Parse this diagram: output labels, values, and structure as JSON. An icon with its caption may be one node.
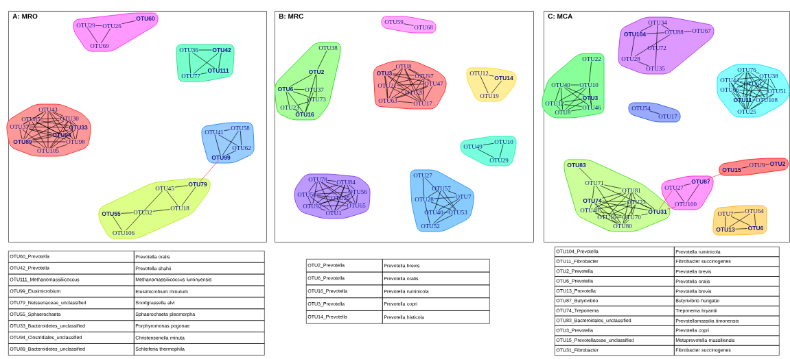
{
  "diagram": {
    "nodes": [
      {
        "text": [
          "A: MRO"
        ]
      },
      {
        "text": [],
        "shape": "blob",
        "in": 0
      },
      {
        "text": [
          "OTU29"
        ],
        "in": 1
      },
      {
        "text": [
          "OTU26"
        ],
        "in": 1
      },
      {
        "text": [
          "OTU60"
        ],
        "in": 1
      },
      {
        "text": [
          "OTU69"
        ],
        "in": 1
      },
      {
        "text": [],
        "shape": "blob",
        "in": 0
      },
      {
        "text": [
          "OTU36"
        ],
        "in": 6
      },
      {
        "text": [
          "OTU42"
        ],
        "in": 6
      },
      {
        "text": [
          "OTU111"
        ],
        "in": 6
      },
      {
        "text": [
          "OTU77"
        ],
        "in": 6
      },
      {
        "text": [],
        "shape": "blob",
        "in": 0
      },
      {
        "text": [
          "OTU43"
        ],
        "in": 11
      },
      {
        "text": [
          "OTU85"
        ],
        "in": 11
      },
      {
        "text": [
          "OTU30"
        ],
        "in": 11
      },
      {
        "text": [
          "OTU37"
        ],
        "in": 11
      },
      {
        "text": [
          "OTU33"
        ],
        "in": 11
      },
      {
        "text": [
          "OTU94"
        ],
        "in": 11
      },
      {
        "text": [
          "OTU89"
        ],
        "in": 11
      },
      {
        "text": [
          "OTU98"
        ],
        "in": 11
      },
      {
        "text": [
          "OTU105"
        ],
        "in": 11
      },
      {
        "text": [],
        "shape": "blob",
        "in": 0
      },
      {
        "text": [
          "OTU41"
        ],
        "in": 21
      },
      {
        "text": [
          "OTU58"
        ],
        "in": 21
      },
      {
        "text": [
          "OTU62"
        ],
        "in": 21
      },
      {
        "text": [
          "OTU99"
        ],
        "in": 21
      },
      {
        "text": [],
        "shape": "blob",
        "in": 0
      },
      {
        "text": [
          "OTU79"
        ],
        "in": 26
      },
      {
        "text": [
          "OTU45"
        ],
        "in": 26
      },
      {
        "text": [
          "OTU18"
        ],
        "in": 26
      },
      {
        "text": [
          "OTU32"
        ],
        "in": 26
      },
      {
        "text": [
          "OTU55"
        ],
        "in": 26
      },
      {
        "text": [
          "OTU106"
        ],
        "in": 26
      },
      {
        "text": [
          "B: MRC"
        ]
      },
      {
        "text": [],
        "shape": "blob",
        "in": 33
      },
      {
        "text": [
          "OTU59"
        ],
        "in": 34
      },
      {
        "text": [
          "OTU68"
        ],
        "in": 34
      },
      {
        "text": [],
        "shape": "blob",
        "in": 33
      },
      {
        "text": [
          "OTU38"
        ],
        "in": 37
      },
      {
        "text": [
          "OTU2"
        ],
        "in": 37
      },
      {
        "text": [
          "OTU6"
        ],
        "in": 37
      },
      {
        "text": [
          "OTU37"
        ],
        "in": 37
      },
      {
        "text": [
          "OTU73"
        ],
        "in": 37
      },
      {
        "text": [
          "OTU23"
        ],
        "in": 37
      },
      {
        "text": [
          "OTU16"
        ],
        "in": 37
      },
      {
        "text": [],
        "shape": "blob",
        "in": 33
      },
      {
        "text": [
          "OTU8"
        ],
        "in": 45
      },
      {
        "text": [
          "OTU3"
        ],
        "in": 45
      },
      {
        "text": [
          "OTU97"
        ],
        "in": 45
      },
      {
        "text": [
          "OTU21"
        ],
        "in": 45
      },
      {
        "text": [
          "OTU47"
        ],
        "in": 45
      },
      {
        "text": [
          "OTU20"
        ],
        "in": 45
      },
      {
        "text": [
          "OTU63"
        ],
        "in": 45
      },
      {
        "text": [
          "OTU17"
        ],
        "in": 45
      },
      {
        "text": [],
        "shape": "blob",
        "in": 33
      },
      {
        "text": [
          "OTU12"
        ],
        "in": 54
      },
      {
        "text": [
          "OTU14"
        ],
        "in": 54
      },
      {
        "text": [
          "OTU19"
        ],
        "in": 54
      },
      {
        "text": [],
        "shape": "blob",
        "in": 33
      },
      {
        "text": [
          "OTU49"
        ],
        "in": 58
      },
      {
        "text": [
          "OTU10"
        ],
        "in": 58
      },
      {
        "text": [
          "OTU29"
        ],
        "in": 58
      },
      {
        "text": [],
        "shape": "blob",
        "in": 33
      },
      {
        "text": [
          "OTU78"
        ],
        "in": 62
      },
      {
        "text": [
          "OTU84"
        ],
        "in": 62
      },
      {
        "text": [
          "OTU50"
        ],
        "in": 62
      },
      {
        "text": [
          "OTU56"
        ],
        "in": 62
      },
      {
        "text": [
          "OTU25"
        ],
        "in": 62
      },
      {
        "text": [
          "OTU92"
        ],
        "in": 62
      },
      {
        "text": [
          "OTU65"
        ],
        "in": 62
      },
      {
        "text": [
          "OTU1"
        ],
        "in": 62
      },
      {
        "text": [],
        "shape": "blob",
        "in": 33
      },
      {
        "text": [
          "OTU27"
        ],
        "in": 71
      },
      {
        "text": [
          "OTU57"
        ],
        "in": 71
      },
      {
        "text": [
          "OTU7"
        ],
        "in": 71
      },
      {
        "text": [
          "OTU28"
        ],
        "in": 71
      },
      {
        "text": [
          "OTU40"
        ],
        "in": 71
      },
      {
        "text": [
          "OTU53"
        ],
        "in": 71
      },
      {
        "text": [
          "OTU52"
        ],
        "in": 71
      },
      {
        "text": [
          "C: MCA"
        ]
      },
      {
        "text": [],
        "shape": "blob",
        "in": 79
      },
      {
        "text": [
          "OTU34"
        ],
        "in": 80
      },
      {
        "text": [
          "OTU104"
        ],
        "in": 80
      },
      {
        "text": [
          "OTU88"
        ],
        "in": 80
      },
      {
        "text": [
          "OTU67"
        ],
        "in": 80
      },
      {
        "text": [
          "OTU72"
        ],
        "in": 80
      },
      {
        "text": [
          "OTU28"
        ],
        "in": 80
      },
      {
        "text": [
          "OTU35"
        ],
        "in": 80
      },
      {
        "text": [],
        "shape": "blob",
        "in": 79
      },
      {
        "text": [
          "OTU22"
        ],
        "in": 88
      },
      {
        "text": [
          "OTU40"
        ],
        "in": 88
      },
      {
        "text": [
          "OTU10"
        ],
        "in": 88
      },
      {
        "text": [
          "OTU3"
        ],
        "in": 88
      },
      {
        "text": [
          "OTU12"
        ],
        "in": 88
      },
      {
        "text": [
          "OTU46"
        ],
        "in": 88
      },
      {
        "text": [
          "OTU8"
        ],
        "in": 88
      },
      {
        "text": [],
        "shape": "blob",
        "in": 79
      },
      {
        "text": [
          "OTU54"
        ],
        "in": 96
      },
      {
        "text": [
          "OTU17"
        ],
        "in": 96
      },
      {
        "text": [],
        "shape": "blob",
        "in": 79
      },
      {
        "text": [
          "OTU76"
        ],
        "in": 99
      },
      {
        "text": [
          "OTU38"
        ],
        "in": 99
      },
      {
        "text": [
          "OTU44"
        ],
        "in": 99
      },
      {
        "text": [
          "OTU61"
        ],
        "in": 99
      },
      {
        "text": [
          "OTU66"
        ],
        "in": 99
      },
      {
        "text": [
          "OTU51"
        ],
        "in": 99
      },
      {
        "text": [
          "OTU11"
        ],
        "in": 99
      },
      {
        "text": [
          "OTU108"
        ],
        "in": 99
      },
      {
        "text": [
          "OTU25"
        ],
        "in": 99
      },
      {
        "text": [],
        "shape": "blob",
        "in": 79
      },
      {
        "text": [
          "OTU83"
        ],
        "in": 109
      },
      {
        "text": [
          "OTU71"
        ],
        "in": 109
      },
      {
        "text": [
          "OTU81"
        ],
        "in": 109
      },
      {
        "text": [
          "OTU74"
        ],
        "in": 109
      },
      {
        "text": [
          "OTU23"
        ],
        "in": 109
      },
      {
        "text": [
          "OTU48"
        ],
        "in": 109
      },
      {
        "text": [
          "OTU16"
        ],
        "in": 109
      },
      {
        "text": [
          "OTU70"
        ],
        "in": 109
      },
      {
        "text": [
          "OTU31"
        ],
        "in": 109
      },
      {
        "text": [
          "OTU80"
        ],
        "in": 109
      },
      {
        "text": [],
        "shape": "blob",
        "in": 79
      },
      {
        "text": [
          "OTU27"
        ],
        "in": 120
      },
      {
        "text": [
          "OTU87"
        ],
        "in": 120
      },
      {
        "text": [
          "OTU100"
        ],
        "in": 120
      },
      {
        "text": [],
        "shape": "blob",
        "in": 79
      },
      {
        "text": [
          "OTU15"
        ],
        "in": 124
      },
      {
        "text": [
          "OTU9"
        ],
        "in": 124
      },
      {
        "text": [
          "OTU2"
        ],
        "in": 124
      },
      {
        "text": [],
        "shape": "blob",
        "in": 79
      },
      {
        "text": [
          "OTU7"
        ],
        "in": 128
      },
      {
        "text": [
          "OTU64"
        ],
        "in": 128
      },
      {
        "text": [
          "OTU13"
        ],
        "in": 128
      },
      {
        "text": [
          "OTU6"
        ],
        "in": 128
      }
    ],
    "edges": [
      {
        "from": 2,
        "to": 3,
        "arrow": "none"
      },
      {
        "from": 3,
        "to": 4,
        "arrow": "none"
      },
      {
        "from": 2,
        "to": 5,
        "arrow": "none"
      },
      {
        "from": 3,
        "to": 5,
        "arrow": "none"
      },
      {
        "from": 7,
        "to": 8,
        "arrow": "none"
      },
      {
        "from": 7,
        "to": 9,
        "arrow": "none"
      },
      {
        "from": 7,
        "to": 10,
        "arrow": "none"
      },
      {
        "from": 8,
        "to": 9,
        "arrow": "none"
      },
      {
        "from": 8,
        "to": 10,
        "arrow": "none"
      },
      {
        "from": 9,
        "to": 10,
        "arrow": "none"
      },
      {
        "from": 12,
        "to": 13,
        "arrow": "none"
      },
      {
        "from": 12,
        "to": 14,
        "arrow": "none"
      },
      {
        "from": 12,
        "to": 15,
        "arrow": "none"
      },
      {
        "from": 12,
        "to": 16,
        "arrow": "none"
      },
      {
        "from": 12,
        "to": 17,
        "arrow": "none"
      },
      {
        "from": 12,
        "to": 18,
        "arrow": "none"
      },
      {
        "from": 12,
        "to": 19,
        "arrow": "none"
      },
      {
        "from": 12,
        "to": 20,
        "arrow": "none"
      },
      {
        "from": 13,
        "to": 14,
        "arrow": "none"
      },
      {
        "from": 13,
        "to": 15,
        "arrow": "none"
      },
      {
        "from": 13,
        "to": 16,
        "arrow": "none"
      },
      {
        "from": 13,
        "to": 17,
        "arrow": "none"
      },
      {
        "from": 13,
        "to": 18,
        "arrow": "none"
      },
      {
        "from": 13,
        "to": 19,
        "arrow": "none"
      },
      {
        "from": 13,
        "to": 20,
        "arrow": "none"
      },
      {
        "from": 14,
        "to": 15,
        "arrow": "none"
      },
      {
        "from": 14,
        "to": 16,
        "arrow": "none"
      },
      {
        "from": 14,
        "to": 17,
        "arrow": "none"
      },
      {
        "from": 14,
        "to": 18,
        "arrow": "none"
      },
      {
        "from": 14,
        "to": 19,
        "arrow": "none"
      },
      {
        "from": 14,
        "to": 20,
        "arrow": "none"
      },
      {
        "from": 15,
        "to": 16,
        "arrow": "none"
      },
      {
        "from": 15,
        "to": 17,
        "arrow": "none"
      },
      {
        "from": 15,
        "to": 18,
        "arrow": "none"
      },
      {
        "from": 15,
        "to": 19,
        "arrow": "none"
      },
      {
        "from": 15,
        "to": 20,
        "arrow": "none"
      },
      {
        "from": 16,
        "to": 17,
        "arrow": "none"
      },
      {
        "from": 16,
        "to": 18,
        "arrow": "none"
      },
      {
        "from": 16,
        "to": 19,
        "arrow": "none"
      },
      {
        "from": 16,
        "to": 20,
        "arrow": "none"
      },
      {
        "from": 17,
        "to": 18,
        "arrow": "none"
      },
      {
        "from": 17,
        "to": 19,
        "arrow": "none"
      },
      {
        "from": 17,
        "to": 20,
        "arrow": "none"
      },
      {
        "from": 18,
        "to": 19,
        "arrow": "none"
      },
      {
        "from": 18,
        "to": 20,
        "arrow": "none"
      },
      {
        "from": 19,
        "to": 20,
        "arrow": "none"
      },
      {
        "from": 22,
        "to": 23,
        "arrow": "none"
      },
      {
        "from": 22,
        "to": 24,
        "arrow": "none"
      },
      {
        "from": 22,
        "to": 25,
        "arrow": "none"
      },
      {
        "from": 23,
        "to": 24,
        "arrow": "none"
      },
      {
        "from": 23,
        "to": 25,
        "arrow": "none"
      },
      {
        "from": 24,
        "to": 25,
        "arrow": "none"
      },
      {
        "from": 27,
        "to": 28,
        "arrow": "none"
      },
      {
        "from": 27,
        "to": 29,
        "arrow": "none"
      },
      {
        "from": 28,
        "to": 29,
        "arrow": "none"
      },
      {
        "from": 28,
        "to": 32,
        "arrow": "none"
      },
      {
        "from": 29,
        "to": 30,
        "arrow": "none"
      },
      {
        "from": 30,
        "to": 31,
        "arrow": "none"
      },
      {
        "from": 31,
        "to": 32,
        "arrow": "none"
      },
      {
        "from": 25,
        "to": 27,
        "arrow": "none",
        "color": "#ff3333"
      },
      {
        "from": 35,
        "to": 36,
        "arrow": "none"
      },
      {
        "from": 38,
        "to": 39,
        "arrow": "none"
      },
      {
        "from": 39,
        "to": 40,
        "arrow": "none"
      },
      {
        "from": 39,
        "to": 44,
        "arrow": "none"
      },
      {
        "from": 39,
        "to": 42,
        "arrow": "none"
      },
      {
        "from": 40,
        "to": 41,
        "arrow": "none"
      },
      {
        "from": 40,
        "to": 42,
        "arrow": "none"
      },
      {
        "from": 40,
        "to": 43,
        "arrow": "none"
      },
      {
        "from": 40,
        "to": 44,
        "arrow": "none"
      },
      {
        "from": 41,
        "to": 44,
        "arrow": "none"
      },
      {
        "from": 42,
        "to": 43,
        "arrow": "none"
      },
      {
        "from": 43,
        "to": 44,
        "arrow": "none"
      },
      {
        "from": 46,
        "to": 47,
        "arrow": "none"
      },
      {
        "from": 46,
        "to": 48,
        "arrow": "none"
      },
      {
        "from": 46,
        "to": 49,
        "arrow": "none"
      },
      {
        "from": 46,
        "to": 50,
        "arrow": "none"
      },
      {
        "from": 46,
        "to": 51,
        "arrow": "none"
      },
      {
        "from": 46,
        "to": 52,
        "arrow": "none"
      },
      {
        "from": 46,
        "to": 53,
        "arrow": "none"
      },
      {
        "from": 47,
        "to": 48,
        "arrow": "none"
      },
      {
        "from": 47,
        "to": 49,
        "arrow": "none"
      },
      {
        "from": 47,
        "to": 50,
        "arrow": "none"
      },
      {
        "from": 47,
        "to": 51,
        "arrow": "none"
      },
      {
        "from": 47,
        "to": 52,
        "arrow": "none"
      },
      {
        "from": 47,
        "to": 53,
        "arrow": "none"
      },
      {
        "from": 48,
        "to": 49,
        "arrow": "none"
      },
      {
        "from": 48,
        "to": 50,
        "arrow": "none"
      },
      {
        "from": 48,
        "to": 51,
        "arrow": "none"
      },
      {
        "from": 48,
        "to": 52,
        "arrow": "none"
      },
      {
        "from": 48,
        "to": 53,
        "arrow": "none"
      },
      {
        "from": 49,
        "to": 50,
        "arrow": "none"
      },
      {
        "from": 49,
        "to": 51,
        "arrow": "none"
      },
      {
        "from": 49,
        "to": 52,
        "arrow": "none"
      },
      {
        "from": 49,
        "to": 53,
        "arrow": "none"
      },
      {
        "from": 50,
        "to": 51,
        "arrow": "none"
      },
      {
        "from": 50,
        "to": 52,
        "arrow": "none"
      },
      {
        "from": 50,
        "to": 53,
        "arrow": "none"
      },
      {
        "from": 51,
        "to": 52,
        "arrow": "none"
      },
      {
        "from": 51,
        "to": 53,
        "arrow": "none"
      },
      {
        "from": 52,
        "to": 53,
        "arrow": "none"
      },
      {
        "from": 55,
        "to": 56,
        "arrow": "none"
      },
      {
        "from": 55,
        "to": 57,
        "arrow": "none"
      },
      {
        "from": 56,
        "to": 57,
        "arrow": "none"
      },
      {
        "from": 59,
        "to": 60,
        "arrow": "none"
      },
      {
        "from": 59,
        "to": 61,
        "arrow": "none"
      },
      {
        "from": 60,
        "to": 61,
        "arrow": "none"
      },
      {
        "from": 63,
        "to": 64,
        "arrow": "none"
      },
      {
        "from": 63,
        "to": 65,
        "arrow": "none"
      },
      {
        "from": 63,
        "to": 66,
        "arrow": "none"
      },
      {
        "from": 63,
        "to": 67,
        "arrow": "none"
      },
      {
        "from": 63,
        "to": 68,
        "arrow": "none"
      },
      {
        "from": 63,
        "to": 69,
        "arrow": "none"
      },
      {
        "from": 63,
        "to": 70,
        "arrow": "none"
      },
      {
        "from": 64,
        "to": 65,
        "arrow": "none"
      },
      {
        "from": 64,
        "to": 66,
        "arrow": "none"
      },
      {
        "from": 64,
        "to": 67,
        "arrow": "none"
      },
      {
        "from": 64,
        "to": 68,
        "arrow": "none"
      },
      {
        "from": 64,
        "to": 69,
        "arrow": "none"
      },
      {
        "from": 64,
        "to": 70,
        "arrow": "none"
      },
      {
        "from": 65,
        "to": 66,
        "arrow": "none"
      },
      {
        "from": 65,
        "to": 67,
        "arrow": "none"
      },
      {
        "from": 65,
        "to": 68,
        "arrow": "none"
      },
      {
        "from": 65,
        "to": 69,
        "arrow": "none"
      },
      {
        "from": 65,
        "to": 70,
        "arrow": "none"
      },
      {
        "from": 66,
        "to": 67,
        "arrow": "none"
      },
      {
        "from": 66,
        "to": 68,
        "arrow": "none"
      },
      {
        "from": 66,
        "to": 69,
        "arrow": "none"
      },
      {
        "from": 66,
        "to": 70,
        "arrow": "none"
      },
      {
        "from": 67,
        "to": 68,
        "arrow": "none"
      },
      {
        "from": 67,
        "to": 69,
        "arrow": "none"
      },
      {
        "from": 67,
        "to": 70,
        "arrow": "none"
      },
      {
        "from": 68,
        "to": 69,
        "arrow": "none"
      },
      {
        "from": 68,
        "to": 70,
        "arrow": "none"
      },
      {
        "from": 69,
        "to": 70,
        "arrow": "none"
      },
      {
        "from": 72,
        "to": 75,
        "arrow": "none"
      },
      {
        "from": 72,
        "to": 77,
        "arrow": "none"
      },
      {
        "from": 73,
        "to": 75,
        "arrow": "none"
      },
      {
        "from": 73,
        "to": 76,
        "arrow": "none"
      },
      {
        "from": 73,
        "to": 77,
        "arrow": "none"
      },
      {
        "from": 73,
        "to": 74,
        "arrow": "none"
      },
      {
        "from": 74,
        "to": 75,
        "arrow": "none"
      },
      {
        "from": 74,
        "to": 76,
        "arrow": "none"
      },
      {
        "from": 74,
        "to": 78,
        "arrow": "none"
      },
      {
        "from": 75,
        "to": 77,
        "arrow": "none"
      },
      {
        "from": 75,
        "to": 78,
        "arrow": "none"
      },
      {
        "from": 76,
        "to": 77,
        "arrow": "none"
      },
      {
        "from": 77,
        "to": 78,
        "arrow": "none"
      },
      {
        "from": 81,
        "to": 82,
        "arrow": "none"
      },
      {
        "from": 81,
        "to": 83,
        "arrow": "none"
      },
      {
        "from": 81,
        "to": 87,
        "arrow": "none"
      },
      {
        "from": 82,
        "to": 83,
        "arrow": "none"
      },
      {
        "from": 83,
        "to": 84,
        "arrow": "none"
      },
      {
        "from": 82,
        "to": 86,
        "arrow": "none"
      },
      {
        "from": 86,
        "to": 87,
        "arrow": "none"
      },
      {
        "from": 83,
        "to": 86,
        "arrow": "none"
      },
      {
        "from": 89,
        "to": 91,
        "arrow": "none"
      },
      {
        "from": 90,
        "to": 91,
        "arrow": "none"
      },
      {
        "from": 90,
        "to": 92,
        "arrow": "none"
      },
      {
        "from": 90,
        "to": 93,
        "arrow": "none"
      },
      {
        "from": 90,
        "to": 94,
        "arrow": "none"
      },
      {
        "from": 90,
        "to": 95,
        "arrow": "none"
      },
      {
        "from": 91,
        "to": 92,
        "arrow": "none"
      },
      {
        "from": 91,
        "to": 93,
        "arrow": "none"
      },
      {
        "from": 91,
        "to": 94,
        "arrow": "none"
      },
      {
        "from": 91,
        "to": 95,
        "arrow": "none"
      },
      {
        "from": 92,
        "to": 93,
        "arrow": "none"
      },
      {
        "from": 92,
        "to": 94,
        "arrow": "none"
      },
      {
        "from": 92,
        "to": 95,
        "arrow": "none"
      },
      {
        "from": 93,
        "to": 94,
        "arrow": "none"
      },
      {
        "from": 93,
        "to": 95,
        "arrow": "none"
      },
      {
        "from": 94,
        "to": 95,
        "arrow": "none"
      },
      {
        "from": 97,
        "to": 98,
        "arrow": "none"
      },
      {
        "from": 100,
        "to": 101,
        "arrow": "none"
      },
      {
        "from": 100,
        "to": 102,
        "arrow": "none"
      },
      {
        "from": 100,
        "to": 103,
        "arrow": "none"
      },
      {
        "from": 100,
        "to": 104,
        "arrow": "none"
      },
      {
        "from": 100,
        "to": 105,
        "arrow": "none"
      },
      {
        "from": 100,
        "to": 106,
        "arrow": "none"
      },
      {
        "from": 100,
        "to": 107,
        "arrow": "none"
      },
      {
        "from": 100,
        "to": 108,
        "arrow": "none"
      },
      {
        "from": 101,
        "to": 102,
        "arrow": "none"
      },
      {
        "from": 101,
        "to": 103,
        "arrow": "none"
      },
      {
        "from": 101,
        "to": 104,
        "arrow": "none"
      },
      {
        "from": 101,
        "to": 105,
        "arrow": "none"
      },
      {
        "from": 101,
        "to": 106,
        "arrow": "none"
      },
      {
        "from": 101,
        "to": 107,
        "arrow": "none"
      },
      {
        "from": 101,
        "to": 108,
        "arrow": "none"
      },
      {
        "from": 102,
        "to": 103,
        "arrow": "none"
      },
      {
        "from": 102,
        "to": 104,
        "arrow": "none"
      },
      {
        "from": 102,
        "to": 105,
        "arrow": "none"
      },
      {
        "from": 102,
        "to": 106,
        "arrow": "none"
      },
      {
        "from": 102,
        "to": 107,
        "arrow": "none"
      },
      {
        "from": 102,
        "to": 108,
        "arrow": "none"
      },
      {
        "from": 103,
        "to": 104,
        "arrow": "none"
      },
      {
        "from": 103,
        "to": 105,
        "arrow": "none"
      },
      {
        "from": 103,
        "to": 106,
        "arrow": "none"
      },
      {
        "from": 103,
        "to": 107,
        "arrow": "none"
      },
      {
        "from": 103,
        "to": 108,
        "arrow": "none"
      },
      {
        "from": 104,
        "to": 105,
        "arrow": "none"
      },
      {
        "from": 104,
        "to": 106,
        "arrow": "none"
      },
      {
        "from": 104,
        "to": 107,
        "arrow": "none"
      },
      {
        "from": 104,
        "to": 108,
        "arrow": "none"
      },
      {
        "from": 105,
        "to": 106,
        "arrow": "none"
      },
      {
        "from": 105,
        "to": 107,
        "arrow": "none"
      },
      {
        "from": 105,
        "to": 108,
        "arrow": "none"
      },
      {
        "from": 106,
        "to": 107,
        "arrow": "none"
      },
      {
        "from": 106,
        "to": 108,
        "arrow": "none"
      },
      {
        "from": 107,
        "to": 108,
        "arrow": "none"
      },
      {
        "from": 110,
        "to": 111,
        "arrow": "none"
      },
      {
        "from": 111,
        "to": 112,
        "arrow": "none"
      },
      {
        "from": 111,
        "to": 113,
        "arrow": "none"
      },
      {
        "from": 111,
        "to": 118,
        "arrow": "none"
      },
      {
        "from": 111,
        "to": 119,
        "arrow": "none"
      },
      {
        "from": 112,
        "to": 113,
        "arrow": "none"
      },
      {
        "from": 112,
        "to": 114,
        "arrow": "none"
      },
      {
        "from": 112,
        "to": 115,
        "arrow": "none"
      },
      {
        "from": 112,
        "to": 116,
        "arrow": "none"
      },
      {
        "from": 112,
        "to": 117,
        "arrow": "none"
      },
      {
        "from": 112,
        "to": 119,
        "arrow": "none"
      },
      {
        "from": 113,
        "to": 114,
        "arrow": "none"
      },
      {
        "from": 113,
        "to": 115,
        "arrow": "none"
      },
      {
        "from": 113,
        "to": 116,
        "arrow": "none"
      },
      {
        "from": 113,
        "to": 117,
        "arrow": "none"
      },
      {
        "from": 113,
        "to": 119,
        "arrow": "none"
      },
      {
        "from": 114,
        "to": 115,
        "arrow": "none"
      },
      {
        "from": 114,
        "to": 116,
        "arrow": "none"
      },
      {
        "from": 114,
        "to": 117,
        "arrow": "none"
      },
      {
        "from": 114,
        "to": 119,
        "arrow": "none"
      },
      {
        "from": 115,
        "to": 116,
        "arrow": "none"
      },
      {
        "from": 115,
        "to": 117,
        "arrow": "none"
      },
      {
        "from": 115,
        "to": 119,
        "arrow": "none"
      },
      {
        "from": 116,
        "to": 117,
        "arrow": "none"
      },
      {
        "from": 116,
        "to": 119,
        "arrow": "none"
      },
      {
        "from": 117,
        "to": 119,
        "arrow": "none"
      },
      {
        "from": 118,
        "to": 112,
        "arrow": "none"
      },
      {
        "from": 118,
        "to": 114,
        "arrow": "none"
      },
      {
        "from": 118,
        "to": 117,
        "arrow": "none"
      },
      {
        "from": 118,
        "to": 113,
        "arrow": "none"
      },
      {
        "from": 118,
        "to": 121,
        "arrow": "none",
        "color": "#ff3333"
      },
      {
        "from": 118,
        "to": 123,
        "arrow": "none",
        "color": "#ff3333"
      },
      {
        "from": 122,
        "to": 125,
        "arrow": "none",
        "color": "#ff3333"
      },
      {
        "from": 121,
        "to": 122,
        "arrow": "none"
      },
      {
        "from": 121,
        "to": 123,
        "arrow": "none"
      },
      {
        "from": 122,
        "to": 123,
        "arrow": "none"
      },
      {
        "from": 125,
        "to": 126,
        "arrow": "none"
      },
      {
        "from": 126,
        "to": 127,
        "arrow": "none"
      },
      {
        "from": 129,
        "to": 130,
        "arrow": "none"
      },
      {
        "from": 129,
        "to": 131,
        "arrow": "none"
      },
      {
        "from": 129,
        "to": 132,
        "arrow": "none"
      },
      {
        "from": 130,
        "to": 131,
        "arrow": "none"
      },
      {
        "from": 130,
        "to": 132,
        "arrow": "none"
      },
      {
        "from": 131,
        "to": 132,
        "arrow": "none"
      }
    ],
    "labels": [
      "OTU60_Prevotella",
      "Prevotella oralis",
      "OTU42_Prevotella",
      "Prevotella shahii",
      "OTU111_Methanomassiliicoccus",
      "Methanomassiliicoccus luminyensis",
      "OTU99_Elusimicrobium",
      "Elusimicrobium minutum",
      "OTU79_Neisseriaceae_unclassified",
      "Snodgrassella alvi",
      "OTU55_Sphaerochaeta",
      "Sphaerochaeta pleomorpha",
      "OTU33_Bacteroidetes_unclassified",
      "Porphyromonas pogonae",
      "OTU94_Clostridiales_unclassified",
      "Christensenella minuta",
      "OTU89_Bacteroidetes_unclassified",
      "Schleiferia thermophila",
      "OTU2_Prevotella",
      "Prevotella brevis",
      "OTU6_Prevotella",
      "Prevotella oralis",
      "OTU16_Prevotella",
      "Prevotella ruminicola",
      "OTU3_Prevotella",
      "Prevotella copri",
      "OTU14_Prevotella",
      "Prevotella histicola",
      "OTU104_Prevotella",
      "Prevotella ruminicola",
      "OTU11_Fibrobacter",
      "Fibrobacter succinogenes",
      "OTU2_Prevotella",
      "Prevotella brevis",
      "OTU6_Prevotella",
      "Prevotella oralis",
      "OTU13_Prevotella",
      "Prevotella brevis",
      "OTU87_Butyrivibrio",
      "Butyrivibrio hungatei",
      "OTU74_Treponema",
      "Treponema bryantii",
      "OTU83_Bacteroidales_unclassified",
      "Prevotellamassilia timonensis",
      "OTU3_Prevotella",
      "Prevotella copri",
      "OTU15_Prevotellaceae_unclassified",
      "Metaprevotella massiliensis",
      "OTU31_Fibrobacter",
      "Fibrobacter succinogenes"
    ]
  }
}
